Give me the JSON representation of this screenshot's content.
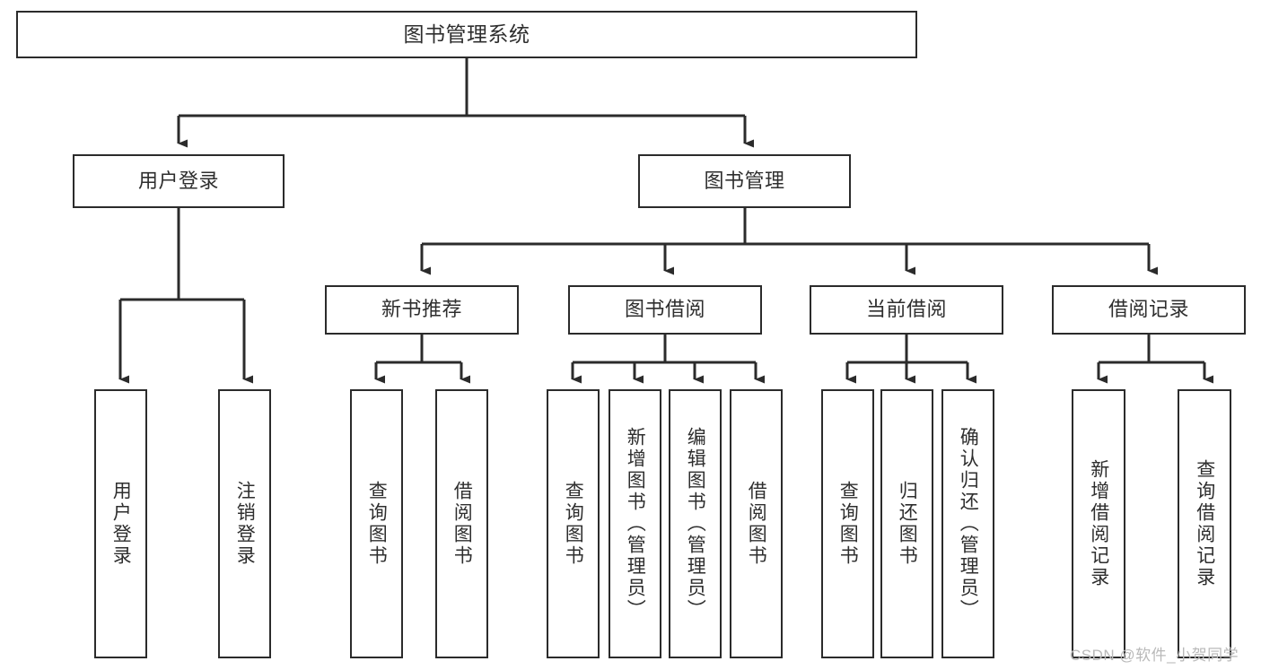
{
  "diagram": {
    "title_node": {
      "label": "图书管理系统"
    },
    "level2": [
      {
        "id": "user-login",
        "label": "用户登录"
      },
      {
        "id": "book-management",
        "label": "图书管理"
      }
    ],
    "level3": [
      {
        "id": "new-book-recommend",
        "label": "新书推荐"
      },
      {
        "id": "book-borrow",
        "label": "图书借阅"
      },
      {
        "id": "current-borrow",
        "label": "当前借阅"
      },
      {
        "id": "borrow-record",
        "label": "借阅记录"
      }
    ],
    "leaves": {
      "user_login": [
        {
          "id": "leaf-user-login",
          "label": "用户登录"
        },
        {
          "id": "leaf-logout-login",
          "label": "注销登录"
        }
      ],
      "new_book_recommend": [
        {
          "id": "leaf-query-book-1",
          "label": "查询图书"
        },
        {
          "id": "leaf-borrow-book-1",
          "label": "借阅图书"
        }
      ],
      "book_borrow": [
        {
          "id": "leaf-query-book-2",
          "label": "查询图书"
        },
        {
          "id": "leaf-add-book",
          "label": "新增图书（管理员）"
        },
        {
          "id": "leaf-edit-book",
          "label": "编辑图书（管理员）"
        },
        {
          "id": "leaf-borrow-book-2",
          "label": "借阅图书"
        }
      ],
      "current_borrow": [
        {
          "id": "leaf-query-book-3",
          "label": "查询图书"
        },
        {
          "id": "leaf-return-book",
          "label": "归还图书"
        },
        {
          "id": "leaf-confirm-return",
          "label": "确认归还（管理员）"
        }
      ],
      "borrow_record": [
        {
          "id": "leaf-add-record",
          "label": "新增借阅记录"
        },
        {
          "id": "leaf-query-record",
          "label": "查询借阅记录"
        }
      ]
    },
    "watermark": "CSDN @软件_小贺同学",
    "colors": {
      "stroke": "#2b2b2b",
      "text": "#2e2e2e",
      "background": "#ffffff",
      "watermark": "#b9b9b9"
    }
  }
}
